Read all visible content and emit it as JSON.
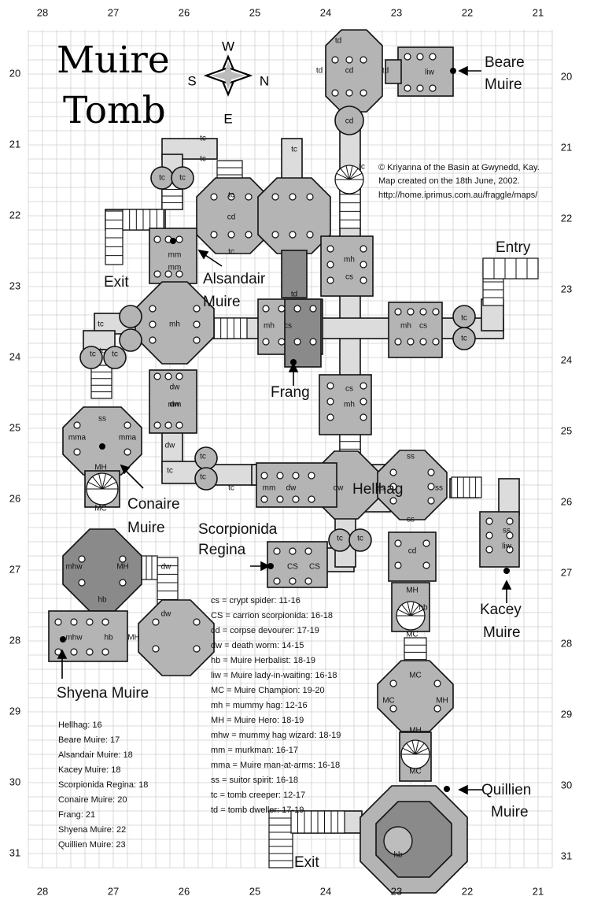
{
  "map": {
    "title_line1": "Muire",
    "title_line2": "Tomb",
    "compass": {
      "w": "W",
      "s": "S",
      "n": "N",
      "e": "E"
    },
    "credit": [
      "© Kriyanna of the Basin at Gwynedd, Kay.",
      "Map created on the 18th June, 2002.",
      "http://home.iprimus.com.au/fraggle/maps/"
    ],
    "grid_x_labels": [
      "28",
      "27",
      "26",
      "25",
      "24",
      "23",
      "22",
      "21"
    ],
    "grid_y_labels": [
      "20",
      "21",
      "22",
      "23",
      "24",
      "25",
      "26",
      "27",
      "28",
      "29",
      "30",
      "31"
    ],
    "callouts": {
      "beare": [
        "Beare",
        "Muire"
      ],
      "entry": "Entry",
      "exit_top": "Exit",
      "alsandair": [
        "Alsandair",
        "Muire"
      ],
      "frang": "Frang",
      "conaire": [
        "Conaire",
        "Muire"
      ],
      "scorpionida": [
        "Scorpionida",
        "Regina"
      ],
      "kacey": [
        "Kacey",
        "Muire"
      ],
      "shyena": "Shyena Muire",
      "quillien": [
        "Quillien",
        "Muire"
      ],
      "exit_bottom": "Exit",
      "hellhag": "Hellhag"
    },
    "room_labels": {
      "td": "td",
      "cd": "cd",
      "liw": "liw",
      "tc": "tc",
      "mm": "mm",
      "mh": "mh",
      "cs": "cs",
      "CS": "CS",
      "dw": "dw",
      "ss": "ss",
      "mma": "mma",
      "MH": "MH",
      "MC": "MC",
      "mhw": "mhw",
      "hb": "hb"
    },
    "legend_left": [
      "Hellhag: 16",
      "Beare Muire: 17",
      "Alsandair Muire: 18",
      "Kacey Muire: 18",
      "Scorpionida Regina: 18",
      "Conaire Muire: 20",
      "Frang: 21",
      "Shyena Muire: 22",
      "Quillien Muire: 23"
    ],
    "legend_mid": [
      "cs = crypt spider: 11-16",
      "CS = carrion scorpionida: 16-18",
      "cd = corpse devourer: 17-19",
      "dw = death worm: 14-15",
      "hb = Muire Herbalist: 18-19",
      "liw = Muire lady-in-waiting: 16-18",
      "MC = Muire Champion: 19-20",
      "mh = mummy hag: 12-16",
      "MH = Muire Hero: 18-19",
      "mhw = mummy hag wizard: 18-19",
      "mm = murkman: 16-17",
      "mma = Muire man-at-arms: 16-18",
      "ss = suitor spirit: 16-18",
      "tc = tomb creeper: 12-17",
      "td = tomb dweller: 17-19"
    ]
  }
}
